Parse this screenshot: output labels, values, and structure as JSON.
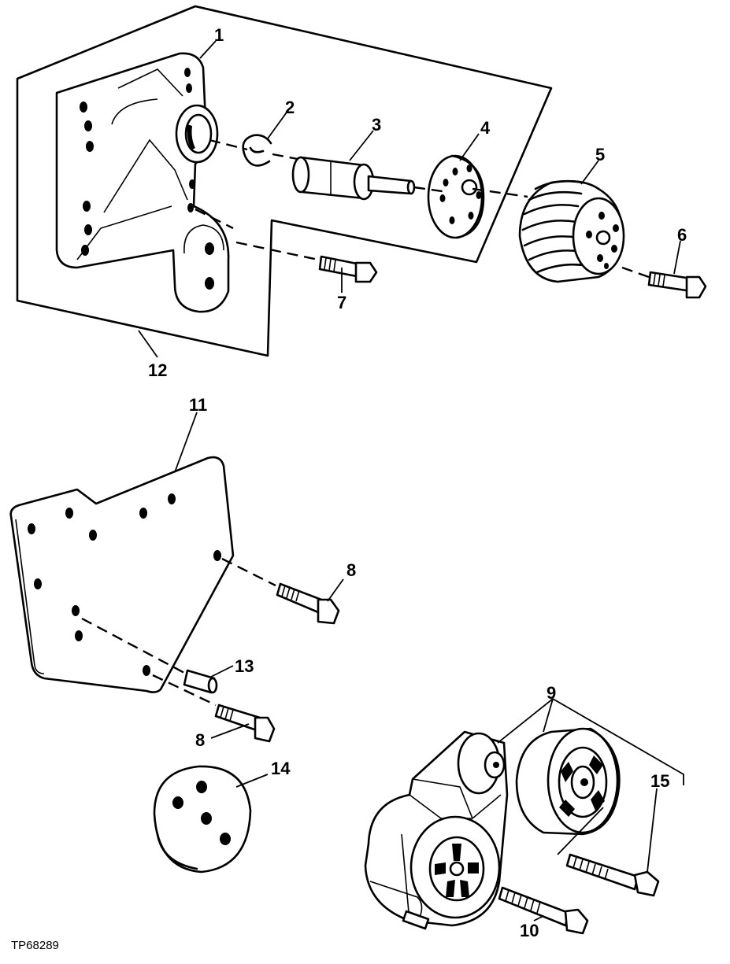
{
  "figure_id": "TP68289",
  "callouts": {
    "c1": "1",
    "c2": "2",
    "c3": "3",
    "c4": "4",
    "c5": "5",
    "c6": "6",
    "c7": "7",
    "c8a": "8",
    "c8b": "8",
    "c9": "9",
    "c10": "10",
    "c11": "11",
    "c12": "12",
    "c13": "13",
    "c14": "14",
    "c15": "15"
  },
  "style": {
    "line_color": "#000000",
    "background": "#ffffff"
  }
}
